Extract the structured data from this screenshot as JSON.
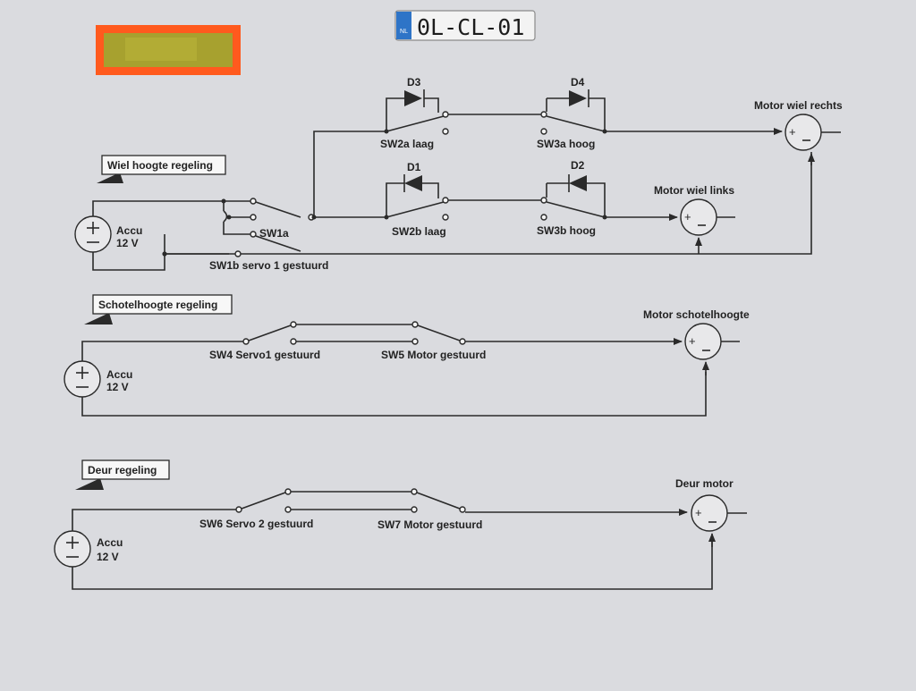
{
  "plate": {
    "country": "NL",
    "number": "0L-CL-01"
  },
  "colors": {
    "sticker_border": "#ff5a1e",
    "sticker_fill": "#a7a12f",
    "plate_blue": "#2e74c7",
    "wire": "#2a2a2a",
    "paper": "#dadbdf"
  },
  "sections": {
    "wiel": {
      "title": "Wiel hoogte regeling",
      "battery": {
        "name": "Accu",
        "voltage": "12 V"
      },
      "labels": {
        "sw1a": "SW1a",
        "sw1b": "SW1b servo 1 gestuurd",
        "sw2a": "SW2a laag",
        "sw3a": "SW3a hoog",
        "sw2b": "SW2b laag",
        "sw3b": "SW3b hoog",
        "d1": "D1",
        "d2": "D2",
        "d3": "D3",
        "d4": "D4"
      },
      "motor_rechts": "Motor wiel rechts",
      "motor_links": "Motor wiel links"
    },
    "schotel": {
      "title": "Schotelhoogte regeling",
      "battery": {
        "name": "Accu",
        "voltage": "12 V"
      },
      "sw4": "SW4 Servo1 gestuurd",
      "sw5": "SW5 Motor gestuurd",
      "motor": "Motor schotelhoogte"
    },
    "deur": {
      "title": "Deur regeling",
      "battery": {
        "name": "Accu",
        "voltage": "12 V"
      },
      "sw6": "SW6 Servo 2 gestuurd",
      "sw7": "SW7 Motor gestuurd",
      "motor": "Deur motor"
    }
  }
}
